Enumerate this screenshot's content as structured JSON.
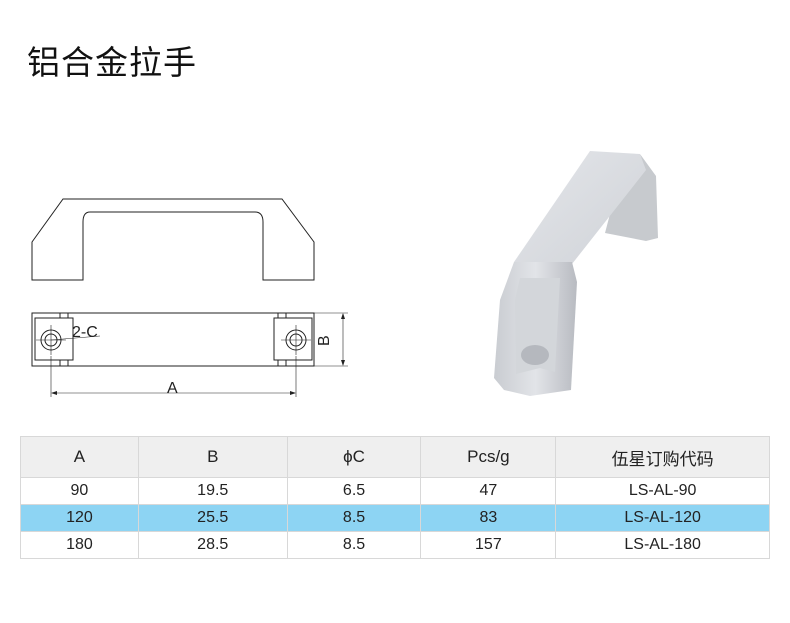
{
  "title": "铝合金拉手",
  "drawing": {
    "hole_label": "2-C",
    "dim_a": "A",
    "dim_b": "B"
  },
  "table": {
    "headers": [
      "A",
      "B",
      "ϕC",
      "Pcs/g",
      "伍星订购代码"
    ],
    "rows": [
      [
        "90",
        "19.5",
        "6.5",
        "47",
        "LS-AL-90"
      ],
      [
        "120",
        "25.5",
        "8.5",
        "83",
        "LS-AL-120"
      ],
      [
        "180",
        "28.5",
        "8.5",
        "157",
        "LS-AL-180"
      ]
    ],
    "highlight_row": 1,
    "highlight_color": "#8dd4f3"
  }
}
